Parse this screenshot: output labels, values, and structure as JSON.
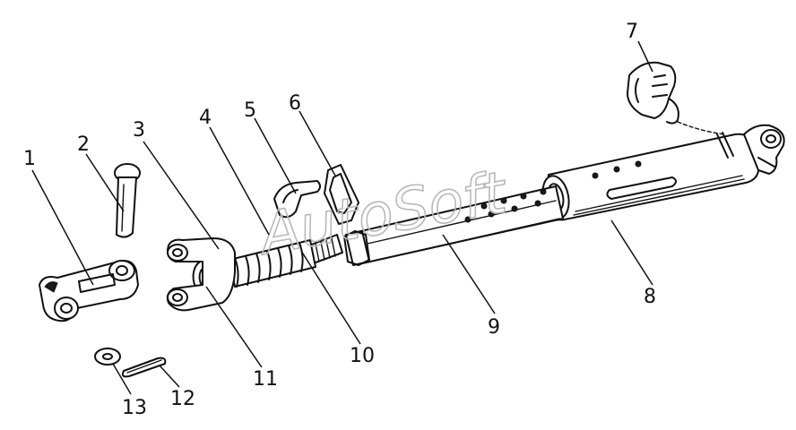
{
  "watermark": "AutoSoft",
  "callouts": [
    {
      "id": "c1",
      "text": "1"
    },
    {
      "id": "c2",
      "text": "2"
    },
    {
      "id": "c3",
      "text": "3"
    },
    {
      "id": "c4",
      "text": "4"
    },
    {
      "id": "c5",
      "text": "5"
    },
    {
      "id": "c6",
      "text": "6"
    },
    {
      "id": "c7",
      "text": "7"
    },
    {
      "id": "c8",
      "text": "8"
    },
    {
      "id": "c9",
      "text": "9"
    },
    {
      "id": "c10",
      "text": "10"
    },
    {
      "id": "c11",
      "text": "11"
    },
    {
      "id": "c12",
      "text": "12"
    },
    {
      "id": "c13",
      "text": "13"
    }
  ]
}
